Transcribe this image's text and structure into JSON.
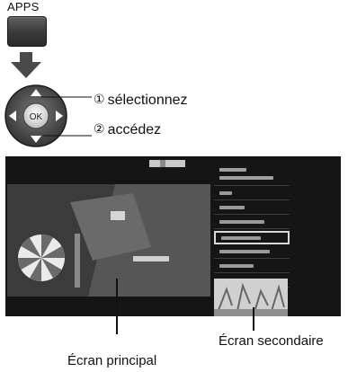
{
  "key": {
    "label": "APPS"
  },
  "nav": {
    "ok_label": "OK",
    "select_num": "①",
    "select_label": "sélectionnez",
    "access_num": "②",
    "access_label": "accédez"
  },
  "screen": {
    "secondary_caption": "Écran secondaire",
    "main_caption": "Écran principal"
  },
  "colors": {
    "key_face": "#3f3f3f",
    "arrow": "#4a4a4a",
    "tv_frame": "#151515",
    "menu_highlight": "#d9d9d9"
  }
}
